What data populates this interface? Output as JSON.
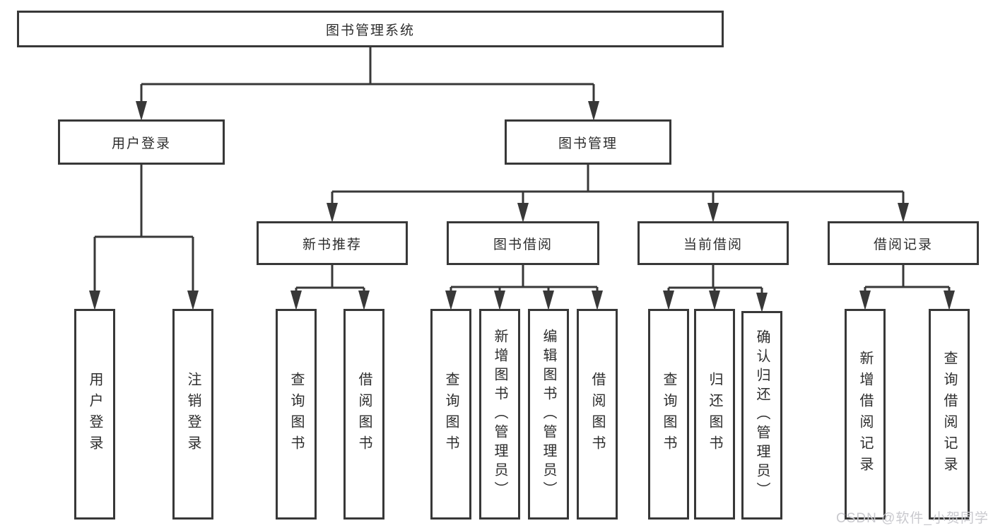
{
  "diagram": {
    "type": "tree",
    "title": "图书管理系统",
    "hierarchy": {
      "图书管理系统": {
        "用户登录": [
          "用户登录",
          "注销登录"
        ],
        "图书管理": {
          "新书推荐": [
            "查询图书",
            "借阅图书"
          ],
          "图书借阅": [
            "查询图书",
            "新增图书（管理员）",
            "编辑图书（管理员）",
            "借阅图书"
          ],
          "当前借阅": [
            "查询图书",
            "归还图书",
            "确认归还（管理员）"
          ],
          "借阅记录": [
            "新增借阅记录",
            "查询借阅记录"
          ]
        }
      }
    }
  },
  "nodes": {
    "root": {
      "label": "图书管理系统"
    },
    "login": {
      "label": "用户登录"
    },
    "mgmt": {
      "label": "图书管理"
    },
    "recommend": {
      "label": "新书推荐"
    },
    "borrow": {
      "label": "图书借阅"
    },
    "current": {
      "label": "当前借阅"
    },
    "records": {
      "label": "借阅记录"
    },
    "leaf_login": {
      "label": "用户登录"
    },
    "leaf_logout": {
      "label": "注销登录"
    },
    "rec_query": {
      "label": "查询图书"
    },
    "rec_borrow": {
      "label": "借阅图书"
    },
    "bor_query": {
      "label": "查询图书"
    },
    "bor_add": {
      "label": "新增图书（管理员）"
    },
    "bor_edit": {
      "label": "编辑图书（管理员）"
    },
    "bor_borrow": {
      "label": "借阅图书"
    },
    "cur_query": {
      "label": "查询图书"
    },
    "cur_return": {
      "label": "归还图书"
    },
    "cur_confirm": {
      "label": "确认归还（管理员）"
    },
    "recd_add": {
      "label": "新增借阅记录"
    },
    "recd_query": {
      "label": "查询借阅记录"
    }
  },
  "watermark": {
    "text": "CSDN @软件_小贺同学"
  },
  "colors": {
    "line": "#383838",
    "text": "#2d2d2d",
    "watermark": "#c9c9ce",
    "background": "#ffffff"
  }
}
